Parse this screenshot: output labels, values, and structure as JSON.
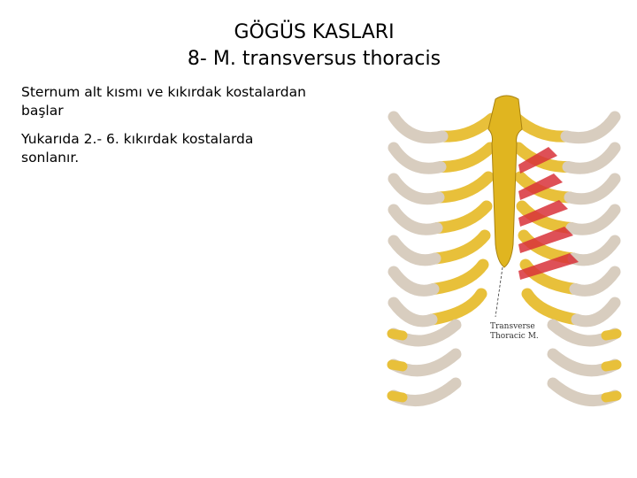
{
  "slide": {
    "title_line1": "GÖGÜS KASLARI",
    "title_line2": "8- M. transversus thoracis",
    "bullets": [
      "Sternum alt kısmı ve kıkırdak kostalardan başlar",
      "Yukarıda 2.- 6. kıkırdak kostalarda sonlanır."
    ]
  },
  "figure": {
    "label_line1": "Transverse",
    "label_line2": "Thoracic M.",
    "colors": {
      "cartilage": "#e8c03a",
      "sternum": "#e0b520",
      "rib_bone": "#d8cdbf",
      "muscle": "#d8313a"
    }
  }
}
